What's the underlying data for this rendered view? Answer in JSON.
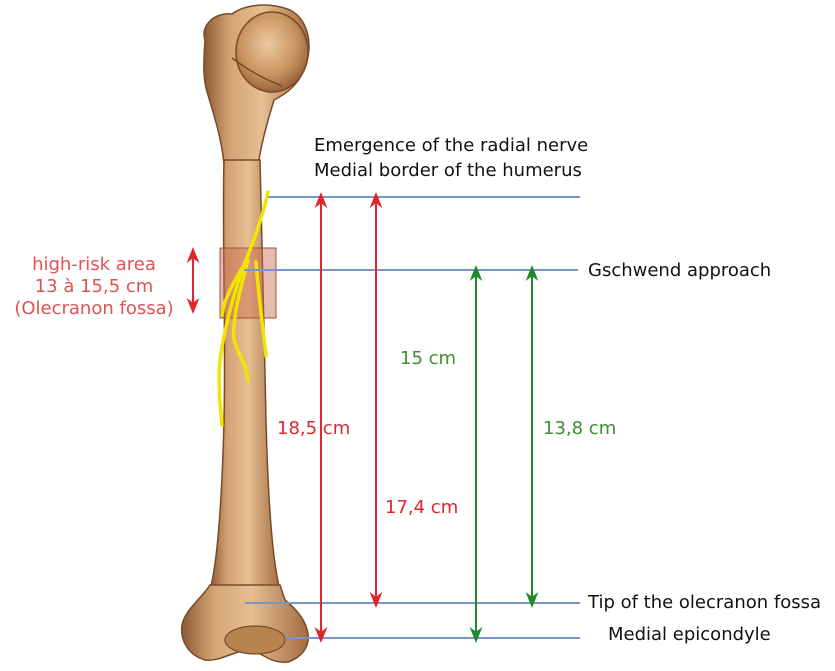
{
  "colors": {
    "risk": "#e05252",
    "red_arrow": "#e0262b",
    "green_arrow": "#1e8a2a",
    "green_text": "#3c8f2c",
    "guide_line": "#7a96c6",
    "nerve": "#f2e400",
    "bone": "#c99664",
    "bone_shadow": "#8c5a33",
    "risk_area": "#c96a50"
  },
  "icons": {
    "risk_arrow": "double-headed-vertical-arrow-icon"
  },
  "labels": {
    "radial_nerve_line1": "Emergence of the radial nerve",
    "radial_nerve_line2": "Medial border of the humerus",
    "gschwend": "Gschwend approach",
    "olecranon_tip": "Tip of the olecranon fossa",
    "medial_epicondyle": "Medial epicondyle"
  },
  "risk_area": {
    "line1": "high-risk area",
    "line2": "13 à 15,5 cm",
    "line3": "(Olecranon fossa)"
  },
  "measurements": {
    "m_18_5": "18,5 cm",
    "m_17_4": "17,4 cm",
    "m_15": "15 cm",
    "m_13_8": "13,8 cm"
  }
}
